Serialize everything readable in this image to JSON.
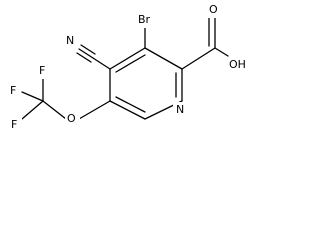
{
  "structure": {
    "atoms": {
      "bromine": "Br",
      "nitrile_nitrogen": "N",
      "hydroxyl": "OH",
      "carbonyl_oxygen": "O",
      "ring_nitrogen": "N",
      "ether_oxygen": "O",
      "fluorine_1": "F",
      "fluorine_2": "F",
      "fluorine_3": "F"
    }
  }
}
